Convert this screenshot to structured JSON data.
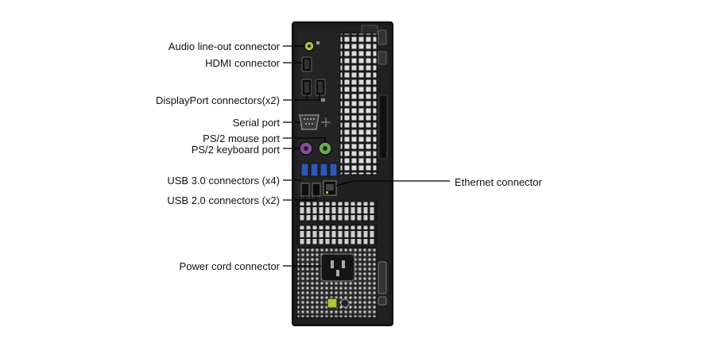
{
  "callouts_left": [
    {
      "id": "audio",
      "label": "Audio line-out connector"
    },
    {
      "id": "hdmi",
      "label": "HDMI connector"
    },
    {
      "id": "displayport",
      "label": "DisplayPort connectors(x2)"
    },
    {
      "id": "serial",
      "label": "Serial port"
    },
    {
      "id": "ps2-mouse",
      "label": "PS/2 mouse port"
    },
    {
      "id": "ps2-keyboard",
      "label": "PS/2 keyboard port"
    },
    {
      "id": "usb3",
      "label": "USB 3.0 connectors (x4)"
    },
    {
      "id": "usb2",
      "label": "USB 2.0 connectors (x2)"
    },
    {
      "id": "power",
      "label": "Power cord connector"
    }
  ],
  "callouts_right": [
    {
      "id": "ethernet",
      "label": "Ethernet connector"
    }
  ],
  "colors": {
    "chassis": "#1c1c1c",
    "chassis_edge": "#0a0a0a",
    "port_black": "#111111",
    "audio_green": "#b6c23a",
    "ps2_mouse_green": "#6faa4f",
    "ps2_keyboard_purple": "#8b4b9a",
    "usb3_blue": "#2f57b8",
    "grille": "#d9d9d9",
    "leader": "#000000"
  }
}
